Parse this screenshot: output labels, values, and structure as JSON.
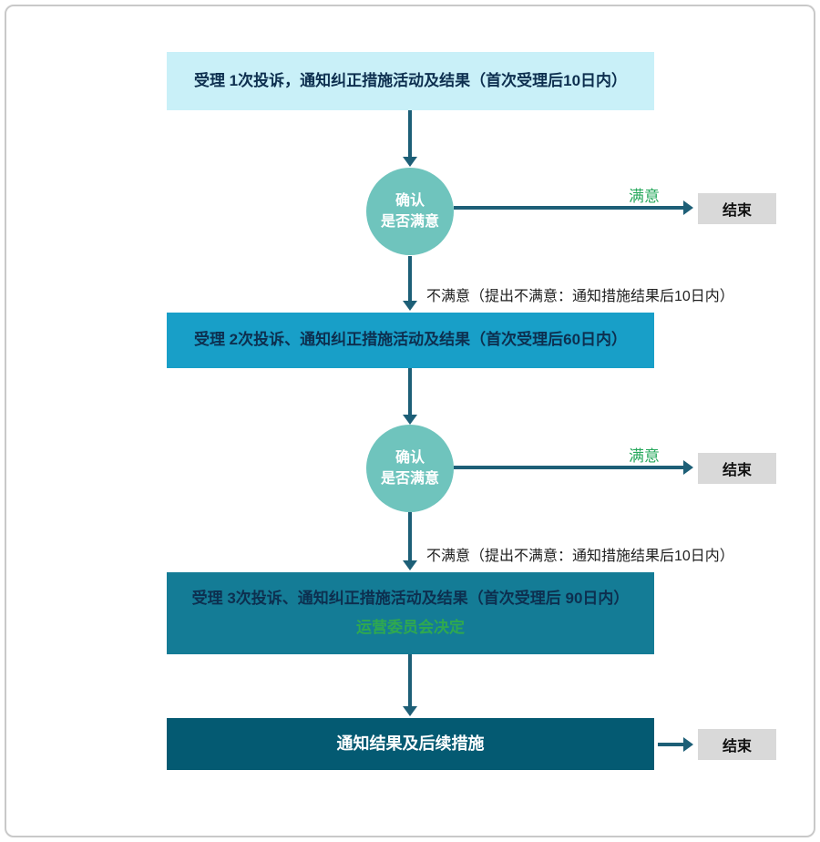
{
  "canvas": {
    "nodes": {
      "step1": {
        "label": "受理 1次投诉，通知纠正措施活动及结果（首次受理后10日内）"
      },
      "decision": {
        "line1": "确认",
        "line2": "是否满意"
      },
      "step2": {
        "label": "受理 2次投诉、通知纠正措施活动及结果（首次受理后60日内）"
      },
      "step3": {
        "label": "受理 3次投诉、通知纠正措施活动及结果（首次受理后 90日内）",
        "sublabel": "运营委员会决定"
      },
      "step4": {
        "label": "通知结果及后续措施"
      },
      "end": {
        "label": "结束"
      }
    },
    "edges": {
      "satisfied": {
        "label": "满意"
      },
      "unsatisfied": {
        "label": "不满意（提出不满意：通知措施结果后10日内）"
      }
    },
    "colors": {
      "step1_bg": "#c9f0f8",
      "step2_bg": "#189fc8",
      "step3_bg": "#147c96",
      "step4_bg": "#045a72",
      "decision_bg": "#6fc4bd",
      "end_bg": "#d9d9d9",
      "arrow": "#1d5f77",
      "dark_text": "#0d2f4f",
      "green_label": "#27a85c",
      "green_sub": "#2fa94f",
      "label_text": "#1f1f1f",
      "white_text": "#ffffff",
      "frame_border": "#c9c9c9"
    }
  }
}
